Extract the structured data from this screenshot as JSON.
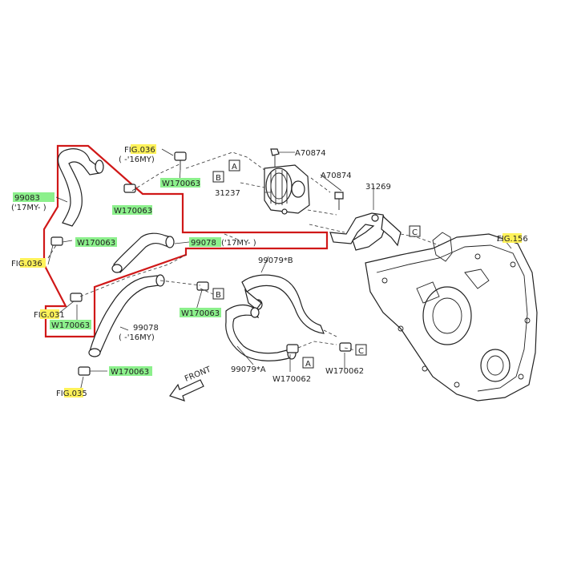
{
  "labels": {
    "fig036_top": "FIG.036",
    "fig036_top_sub": "( -'16MY)",
    "fig036_left": "FIG.036",
    "fig031": "FIG.031",
    "fig035": "FIG.035",
    "fig156": "FIG.156",
    "part_99083": "99083",
    "part_99083_sub": "('17MY- )",
    "part_99078_upper": "99078",
    "part_99078_upper_sub": "('17MY- )",
    "part_99078_lower": "99078",
    "part_99078_lower_sub": "( -'16MY)",
    "part_99079b": "99079*B",
    "part_99079a": "99079*A",
    "part_31237": "31237",
    "part_31269": "31269",
    "part_a70874_top": "A70874",
    "part_a70874_mid": "A70874",
    "clip_w170063_1": "W170063",
    "clip_w170063_2": "W170063",
    "clip_w170063_3": "W170063",
    "clip_w170063_4": "W170063",
    "clip_w170063_5": "W170063",
    "clip_w170063_6": "W170063",
    "clip_w170062_a": "W170062",
    "clip_w170062_c": "W170062",
    "front": "FRONT",
    "ref_a1": "A",
    "ref_b1": "B",
    "ref_c1": "C",
    "ref_b2": "B",
    "ref_a2": "A",
    "ref_c2": "C"
  },
  "colors": {
    "highlight_yellow": "#fff25a",
    "highlight_green": "#8cf08c",
    "outline_red": "#d01818",
    "line": "#222222"
  }
}
